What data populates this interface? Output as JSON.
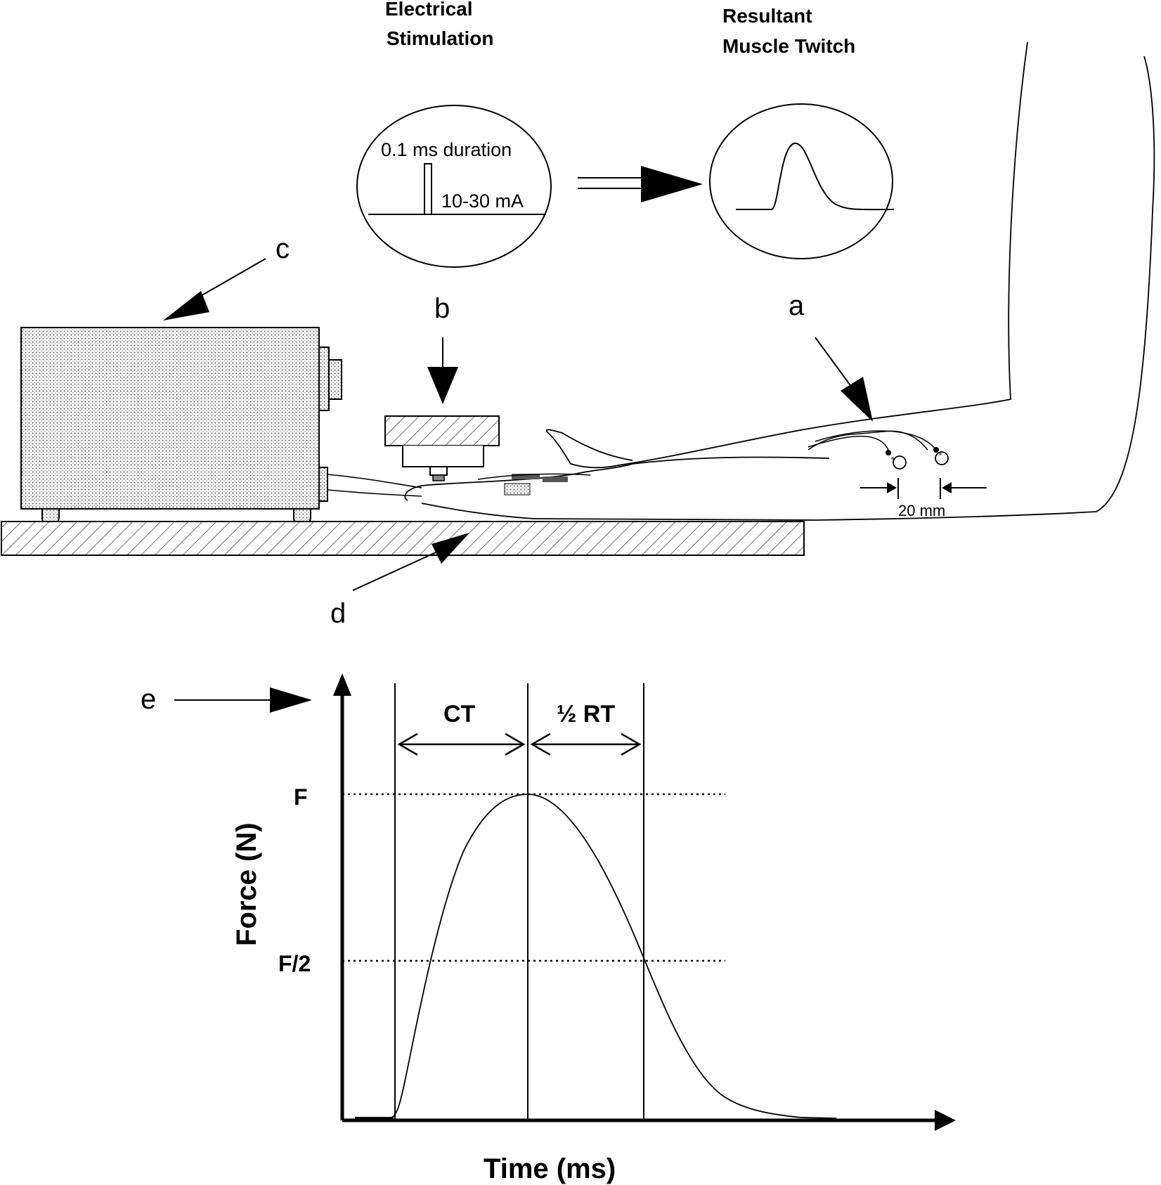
{
  "header": {
    "stim_title_line1": "Electrical",
    "stim_title_line2": "Stimulation",
    "twitch_title_line1": "Resultant",
    "twitch_title_line2": "Muscle  Twitch"
  },
  "stim_panel": {
    "duration_label": "0.1 ms duration",
    "current_label": "10-30 mA"
  },
  "callouts": {
    "a": "a",
    "b": "b",
    "c": "c",
    "d": "d",
    "e": "e"
  },
  "electrode_spacing_label": "20 mm",
  "graph": {
    "y_axis_label": "Force (N)",
    "x_axis_label": "Time (ms)",
    "peak_label": "F",
    "half_label": "F/2",
    "ct_label": "CT",
    "half_rt_label": "½ RT"
  }
}
